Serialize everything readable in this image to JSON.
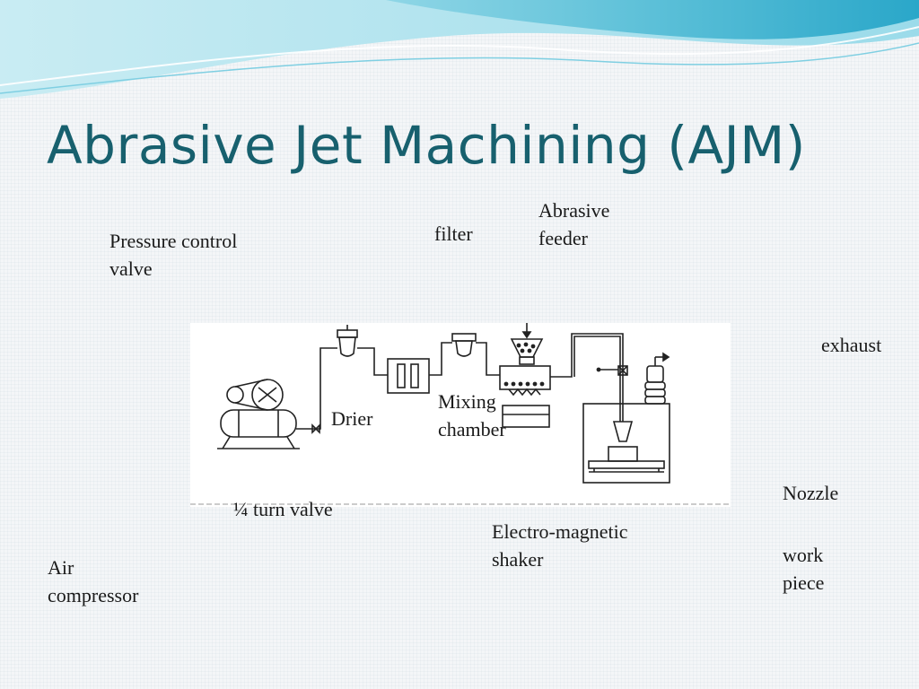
{
  "slide": {
    "title": "Abrasive Jet Machining (AJM)"
  },
  "labels": {
    "pressure_control_valve_line1": "Pressure control",
    "pressure_control_valve_line2": "valve",
    "filter": "filter",
    "abrasive_feeder_line1": "Abrasive",
    "abrasive_feeder_line2": "feeder",
    "exhaust": "exhaust",
    "drier": "Drier",
    "mixing_chamber_line1": "Mixing",
    "mixing_chamber_line2": "chamber",
    "quarter_turn_valve": "¼ turn valve",
    "electro_magnetic_shaker_line1": "Electro-magnetic",
    "electro_magnetic_shaker_line2": "shaker",
    "nozzle": "Nozzle",
    "work_piece_line1": "work",
    "work_piece_line2": "piece",
    "air_compressor_line1": "Air",
    "air_compressor_line2": "compressor"
  },
  "theme": {
    "title_color": "#17606e",
    "swoosh_color": "#5cc0d8"
  }
}
